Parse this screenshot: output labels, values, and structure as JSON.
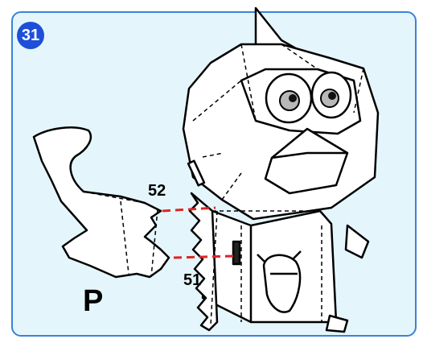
{
  "step": {
    "number": "31"
  },
  "labels": {
    "tab_top": "52",
    "tab_bottom": "51",
    "part": "P"
  },
  "colors": {
    "panel_bg": "#e4f6fb",
    "panel_border": "#3b82d6",
    "badge": "#1d4fd8",
    "guide_line": "#e02424"
  },
  "icons": {
    "figure": "papercraft-owl-figure",
    "part_piece": "arm-wing-cutout"
  }
}
